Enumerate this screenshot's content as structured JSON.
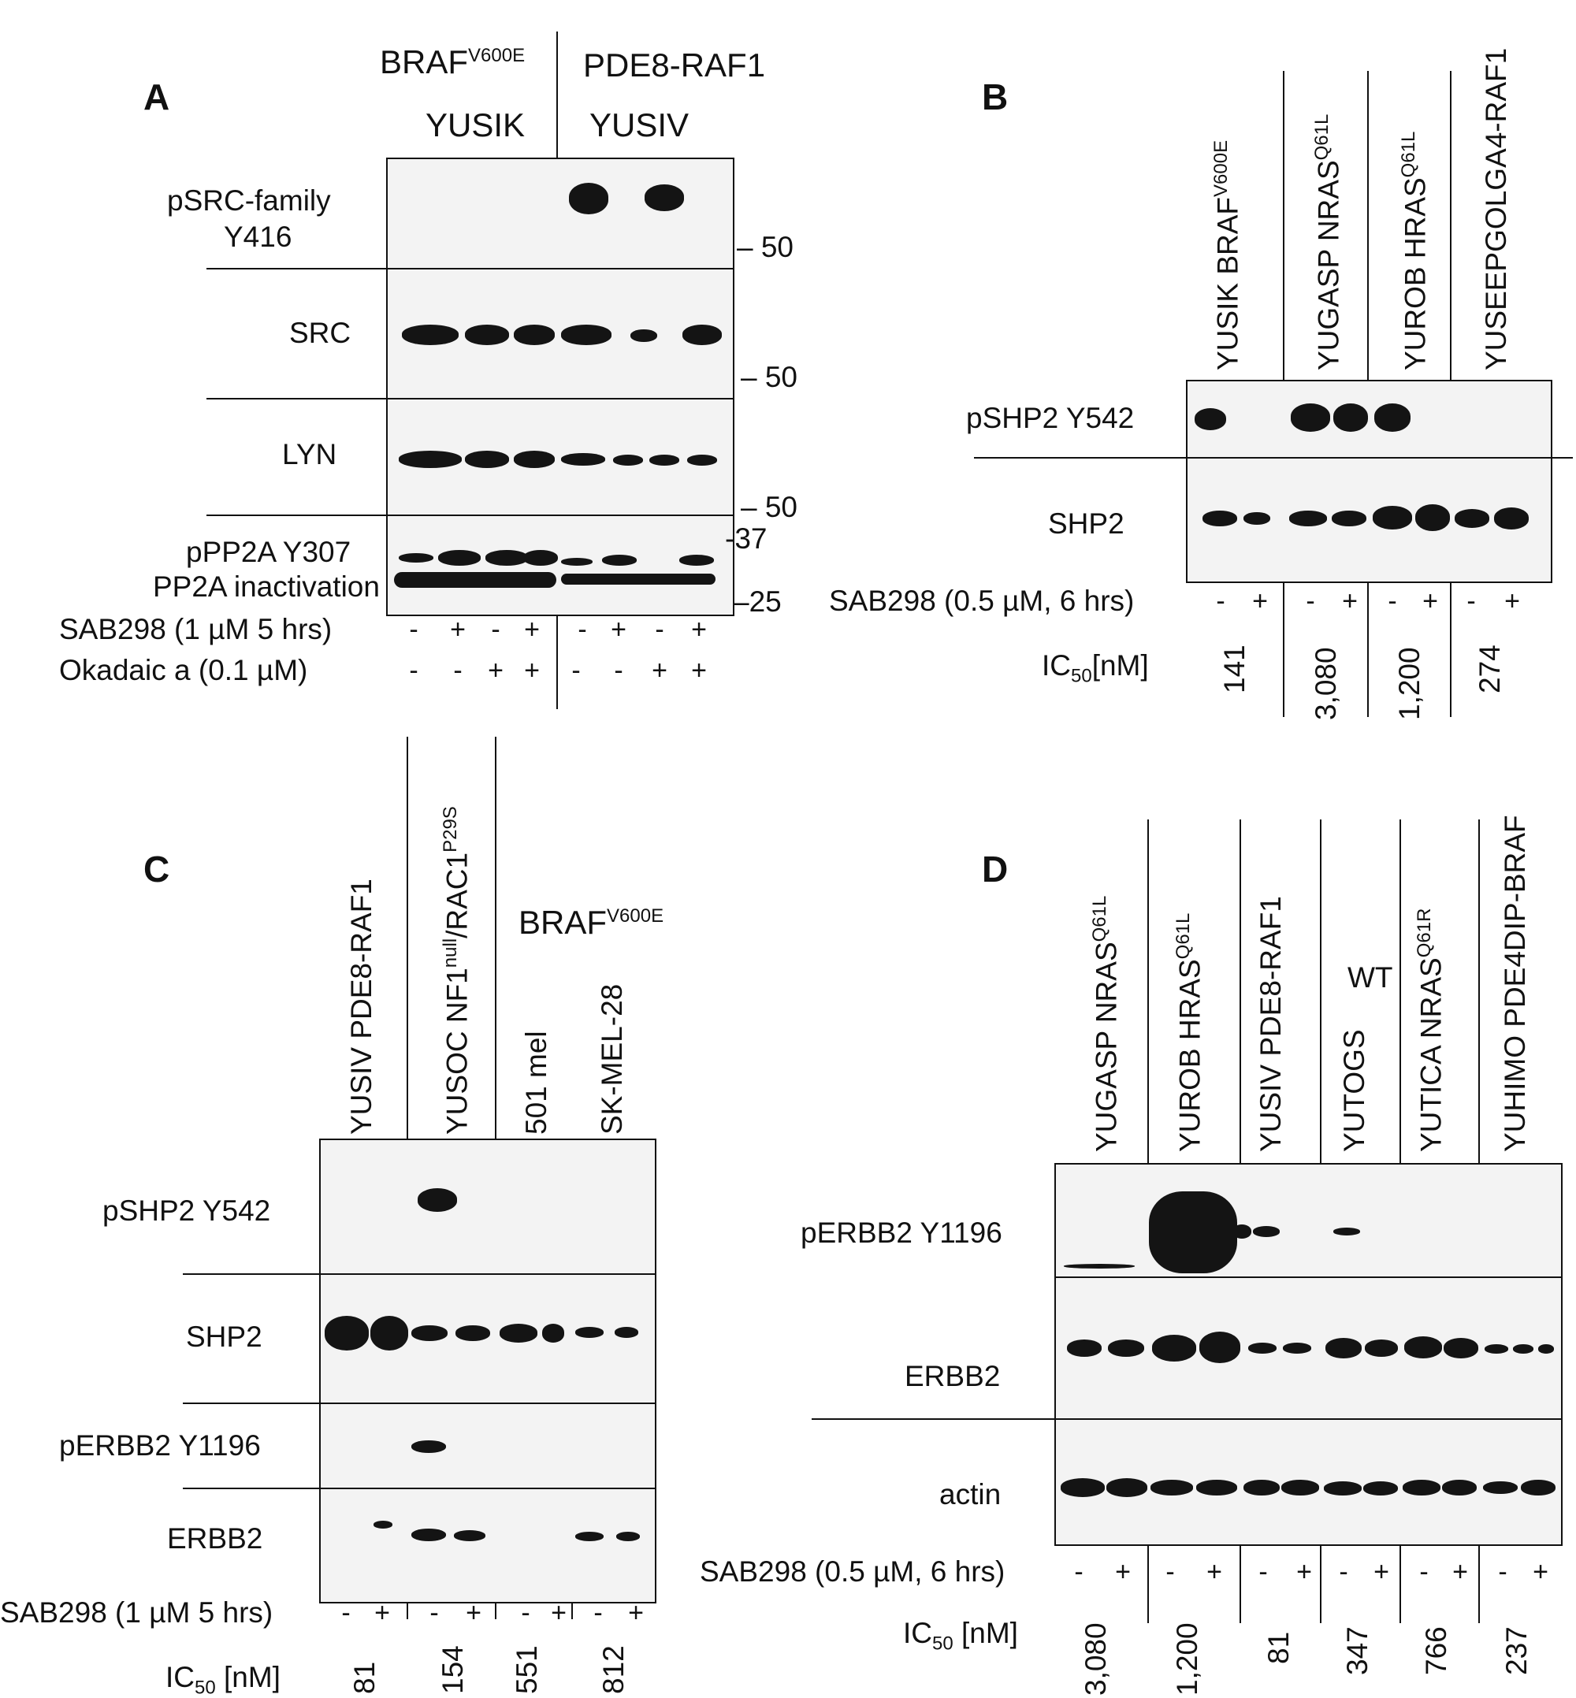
{
  "panel_a": {
    "label": "A",
    "groups": [
      {
        "genotype": "BRAF",
        "genotype_sup": "V600E",
        "cell_line": "YUSIK"
      },
      {
        "genotype": "PDE8-RAF1",
        "genotype_sup": "",
        "cell_line": "YUSIV"
      }
    ],
    "rows": [
      "pSRC-family",
      "Y416",
      "SRC",
      "LYN",
      "pPP2A Y307",
      "PP2A inactivation"
    ],
    "mw_markers": [
      "50",
      "50",
      "50",
      "37",
      "25"
    ],
    "treatments": [
      {
        "label": "SAB298 (1 µM 5 hrs)",
        "marks": [
          "-",
          "+",
          "-",
          "+",
          "-",
          "+",
          "-",
          "+"
        ]
      },
      {
        "label": "Okadaic a (0.1 µM)",
        "marks": [
          "-",
          "-",
          "+",
          "+",
          "-",
          "-",
          "+",
          "+"
        ]
      }
    ]
  },
  "panel_b": {
    "label": "B",
    "lanes": [
      {
        "cell": "YUSIK",
        "genotype": "BRAF",
        "sup": "V600E"
      },
      {
        "cell": "YUGASP",
        "genotype": "NRAS",
        "sup": "Q61L"
      },
      {
        "cell": "YUROB",
        "genotype": "HRAS",
        "sup": "Q61L"
      },
      {
        "cell": "YUSEEP",
        "genotype": "GOLGA4-RAF1",
        "sup": ""
      }
    ],
    "rows": [
      "pSHP2 Y542",
      "SHP2"
    ],
    "treatment_label": "SAB298 (0.5 µM, 6 hrs)",
    "marks": [
      "-",
      "+",
      "-",
      "+",
      "-",
      "+",
      "-",
      "+"
    ],
    "ic50_label": "IC",
    "ic50_sub": "50",
    "ic50_unit": "[nM]",
    "ic50_values": [
      "141",
      "3,080",
      "1,200",
      "274"
    ]
  },
  "panel_c": {
    "label": "C",
    "lanes": [
      {
        "text": "YUSIV  PDE8-RAF1"
      },
      {
        "text": "YUSOC NF1",
        "sup1": "null",
        "mid": "/RAC1",
        "sup2": "P29S"
      },
      {
        "text": "501 mel"
      },
      {
        "text": "SK-MEL-28"
      }
    ],
    "group_label": "BRAF",
    "group_sup": "V600E",
    "rows": [
      "pSHP2 Y542",
      "SHP2",
      "pERBB2 Y1196",
      "ERBB2"
    ],
    "treatment_label": "SAB298 (1 µM 5 hrs)",
    "marks": [
      "-",
      "+",
      "-",
      "+",
      "-",
      "+",
      "-",
      "+"
    ],
    "ic50_label": "IC",
    "ic50_sub": "50",
    "ic50_unit": "[nM]",
    "ic50_values": [
      "81",
      "154",
      "551",
      "812"
    ]
  },
  "panel_d": {
    "label": "D",
    "lanes": [
      {
        "cell": "YUGASP",
        "genotype": "NRAS",
        "sup": "Q61L"
      },
      {
        "cell": "YUROB",
        "genotype": "HRAS",
        "sup": "Q61L"
      },
      {
        "cell": "YUSIV",
        "genotype": "PDE8-RAF1",
        "sup": ""
      },
      {
        "cell": "YUTOGS",
        "genotype": "",
        "sup": ""
      },
      {
        "cell": "YUTICA",
        "genotype": "NRAS",
        "sup": "Q61R"
      },
      {
        "cell": "YUHIMO",
        "genotype": "PDE4DIP-BRAF",
        "sup": ""
      }
    ],
    "wt_label": "WT",
    "rows": [
      "pERBB2 Y1196",
      "ERBB2",
      "actin"
    ],
    "treatment_label": "SAB298 (0.5 µM, 6 hrs)",
    "marks": [
      "-",
      "+",
      "-",
      "+",
      "-",
      "+",
      "-",
      "+",
      "-",
      "+",
      "-",
      "+"
    ],
    "ic50_label": "IC",
    "ic50_sub": "50",
    "ic50_unit": "[nM]",
    "ic50_values": [
      "3,080",
      "1,200",
      "81",
      "347",
      "766",
      "237"
    ]
  }
}
